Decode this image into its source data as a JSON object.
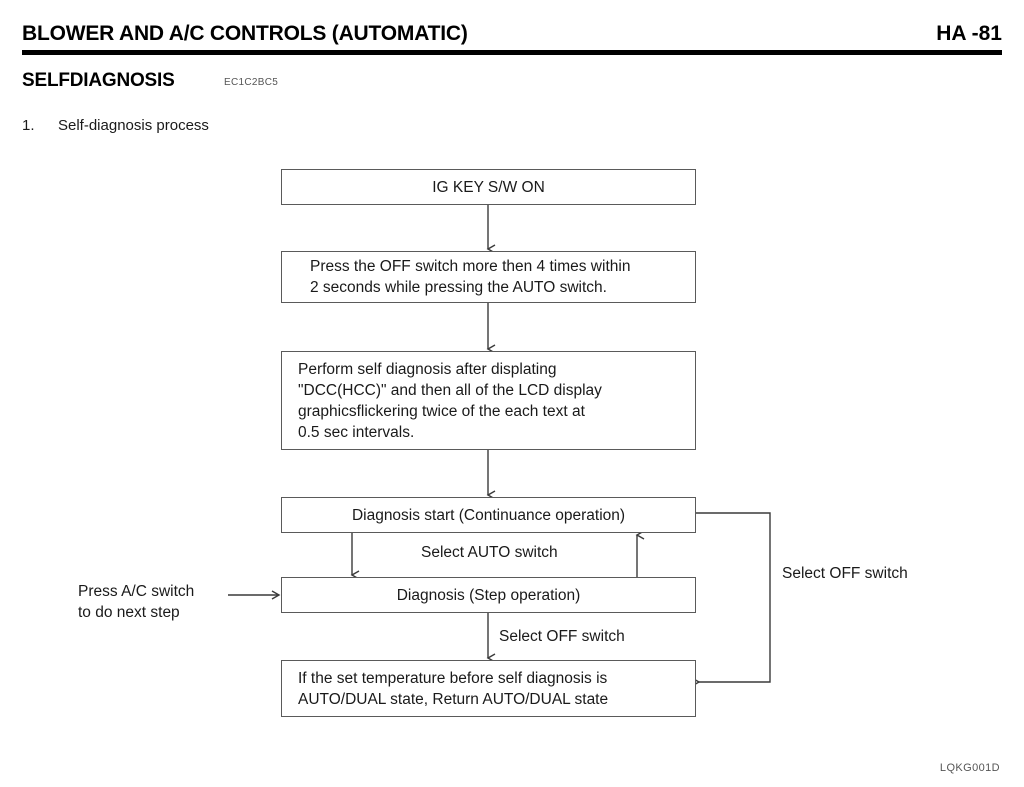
{
  "header": {
    "title": "BLOWER AND A/C CONTROLS (AUTOMATIC)",
    "page_number": "HA -81"
  },
  "section": {
    "heading": "SELFDIAGNOSIS",
    "code": "EC1C2BC5"
  },
  "item": {
    "number": "1.",
    "label": "Self-diagnosis process"
  },
  "flowchart": {
    "boxes": [
      {
        "id": "ig-key",
        "text": "IG KEY S/W ON"
      },
      {
        "id": "press-off",
        "text": "Press the OFF switch more then 4 times within\n2 seconds while pressing the AUTO switch."
      },
      {
        "id": "perform-self-diagnosis",
        "text": "Perform self diagnosis after displating\n\"DCC(HCC)\" and then all of the LCD display\ngraphicsflickering twice of the each text at\n0.5 sec intervals."
      },
      {
        "id": "diagnosis-start",
        "text": "Diagnosis start (Continuance operation)"
      },
      {
        "id": "diagnosis-step",
        "text": "Diagnosis (Step operation)"
      },
      {
        "id": "return-state",
        "text": "If the set temperature before self diagnosis is\nAUTO/DUAL state, Return AUTO/DUAL state"
      }
    ],
    "labels": [
      {
        "id": "select-auto-switch",
        "text": "Select AUTO switch"
      },
      {
        "id": "select-off-switch-middle",
        "text": "Select OFF switch"
      },
      {
        "id": "select-off-switch-right",
        "text": "Select OFF switch"
      },
      {
        "id": "press-ac-switch",
        "text": "Press A/C switch\nto do next step"
      }
    ]
  },
  "footer": {
    "code": "LQKG001D"
  },
  "colors": {
    "rule": "#000000",
    "box_border": "#5a5a5a",
    "text": "#1a1a1a",
    "background": "#ffffff"
  }
}
